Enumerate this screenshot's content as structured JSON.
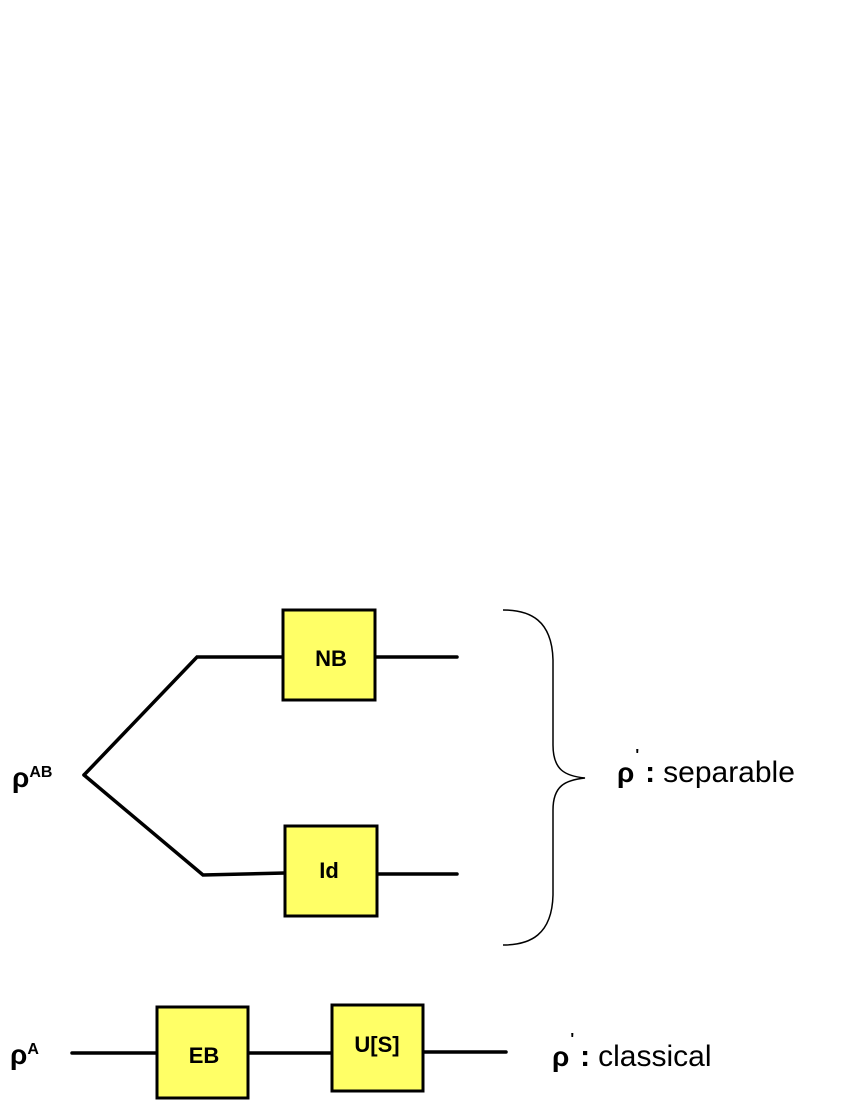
{
  "top_circuit": {
    "input_symbol": "ρ",
    "input_superscript": "AB",
    "upper_box_label": "NB",
    "lower_box_label": "Id",
    "output_symbol": "ρ",
    "output_prime": "'",
    "output_colon": ":",
    "output_property": "separable"
  },
  "bottom_circuit": {
    "input_symbol": "ρ",
    "input_superscript": "A",
    "first_box_label": "EB",
    "second_box_label": "U[S]",
    "output_symbol": "ρ",
    "output_prime": "'",
    "output_colon": ":",
    "output_property": "classical"
  },
  "colors": {
    "box_fill": "#ffff66",
    "line": "#000000"
  }
}
